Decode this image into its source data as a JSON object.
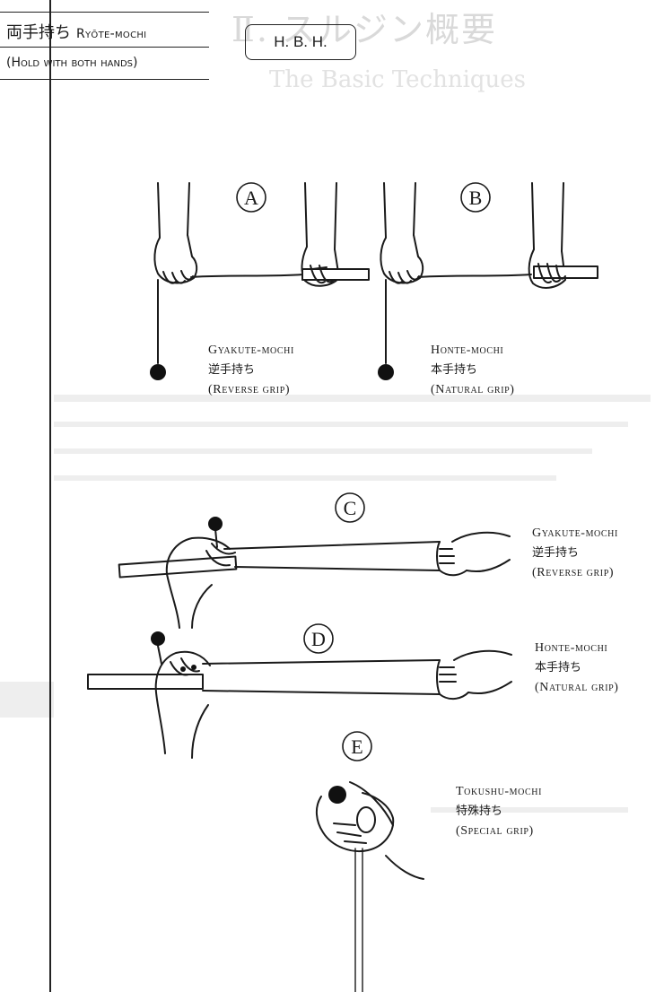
{
  "header": {
    "title_jp": "両手持ち",
    "title_romaji": "Ryōte-mochi",
    "subtitle": "(Hold with both hands)",
    "badge": "H. B. H."
  },
  "background_bleed": {
    "title": "Ⅱ. スルジン概要",
    "subtitle": "The Basic Techniques"
  },
  "figures": {
    "a": {
      "letter": "A",
      "romaji": "Gyakute-mochi",
      "jp": "逆手持ち",
      "en": "(Reverse grip)"
    },
    "b": {
      "letter": "B",
      "romaji": "Honte-mochi",
      "jp": "本手持ち",
      "en": "(Natural grip)"
    },
    "c": {
      "letter": "C",
      "romaji": "Gyakute-mochi",
      "jp": "逆手持ち",
      "en": "(Reverse grip)"
    },
    "d": {
      "letter": "D",
      "romaji": "Honte-mochi",
      "jp": "本手持ち",
      "en": "(Natural grip)"
    },
    "e": {
      "letter": "E",
      "romaji": "Tokushu-mochi",
      "jp": "特殊持ち",
      "en": "(Special grip)"
    }
  }
}
